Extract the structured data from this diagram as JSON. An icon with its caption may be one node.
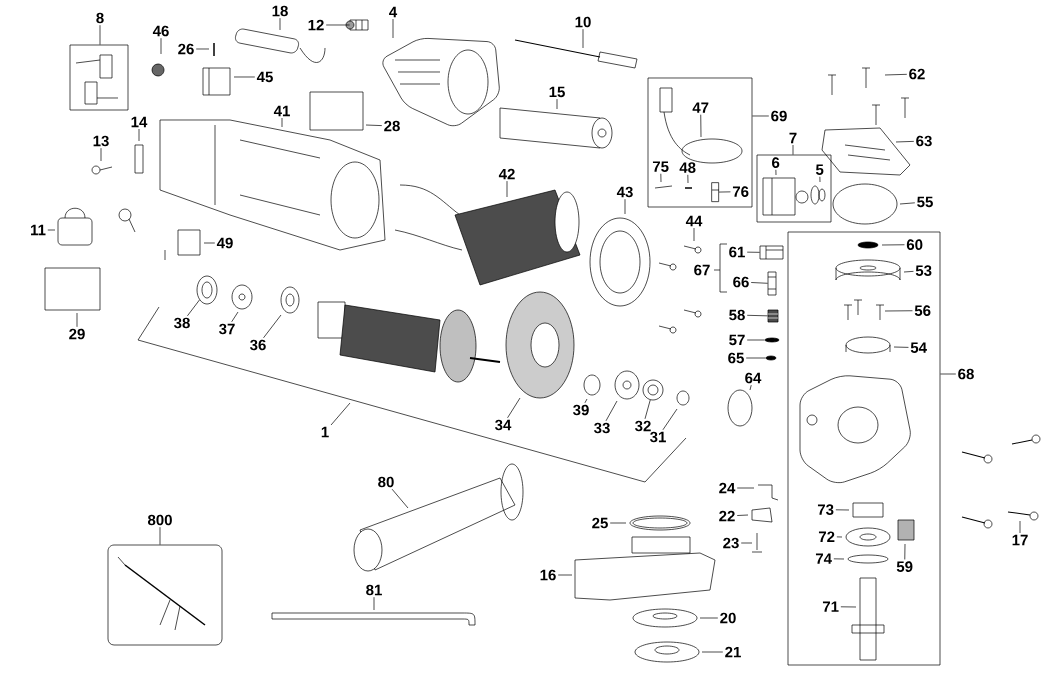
{
  "diagram": {
    "nodes": [
      {
        "text": [],
        "shape": "box"
      },
      {
        "text": [],
        "shape": "box"
      },
      {
        "text": [],
        "shape": "box"
      },
      {
        "text": [],
        "shape": "box"
      },
      {
        "text": [],
        "shape": "box"
      },
      {
        "text": [
          "8"
        ]
      },
      {
        "text": [
          "46"
        ]
      },
      {
        "text": [
          "18"
        ]
      },
      {
        "text": [
          "12"
        ]
      },
      {
        "text": [
          "4"
        ]
      },
      {
        "text": [
          "10"
        ]
      },
      {
        "text": [
          "26"
        ]
      },
      {
        "text": [
          "45"
        ]
      },
      {
        "text": [
          "62"
        ]
      },
      {
        "text": [
          "15"
        ]
      },
      {
        "text": [
          "28"
        ]
      },
      {
        "text": [
          "41"
        ]
      },
      {
        "text": [
          "14"
        ]
      },
      {
        "text": [
          "13"
        ]
      },
      {
        "text": [
          "69"
        ]
      },
      {
        "text": [
          "47"
        ],
        "in": 1
      },
      {
        "text": [
          "7"
        ]
      },
      {
        "text": [
          "63"
        ]
      },
      {
        "text": [
          "6"
        ],
        "in": 2
      },
      {
        "text": [
          "5"
        ],
        "in": 2
      },
      {
        "text": [
          "75"
        ],
        "in": 1
      },
      {
        "text": [
          "48"
        ],
        "in": 1
      },
      {
        "text": [
          "42"
        ]
      },
      {
        "text": [
          "76"
        ],
        "in": 1
      },
      {
        "text": [
          "43"
        ]
      },
      {
        "text": [
          "55"
        ]
      },
      {
        "text": [
          "44"
        ]
      },
      {
        "text": [
          "11"
        ]
      },
      {
        "text": [
          "49"
        ]
      },
      {
        "text": [
          "60"
        ],
        "in": 3
      },
      {
        "text": [
          "61"
        ]
      },
      {
        "text": [
          "67"
        ]
      },
      {
        "text": [
          "53"
        ],
        "in": 3
      },
      {
        "text": [
          "66"
        ]
      },
      {
        "text": [
          "56"
        ],
        "in": 3
      },
      {
        "text": [
          "58"
        ]
      },
      {
        "text": [
          "38"
        ]
      },
      {
        "text": [
          "37"
        ]
      },
      {
        "text": [
          "29"
        ]
      },
      {
        "text": [
          "57"
        ]
      },
      {
        "text": [
          "36"
        ]
      },
      {
        "text": [
          "54"
        ],
        "in": 3
      },
      {
        "text": [
          "65"
        ]
      },
      {
        "text": [
          "68"
        ]
      },
      {
        "text": [
          "64"
        ]
      },
      {
        "text": [
          "39"
        ]
      },
      {
        "text": [
          "34"
        ]
      },
      {
        "text": [
          "33"
        ]
      },
      {
        "text": [
          "32"
        ]
      },
      {
        "text": [
          "1"
        ]
      },
      {
        "text": [
          "31"
        ]
      },
      {
        "text": [
          "80"
        ]
      },
      {
        "text": [
          "24"
        ]
      },
      {
        "text": [
          "73"
        ],
        "in": 3
      },
      {
        "text": [
          "22"
        ]
      },
      {
        "text": [
          "800"
        ]
      },
      {
        "text": [
          "25"
        ]
      },
      {
        "text": [
          "72"
        ],
        "in": 3
      },
      {
        "text": [
          "17"
        ]
      },
      {
        "text": [
          "23"
        ]
      },
      {
        "text": [
          "74"
        ],
        "in": 3
      },
      {
        "text": [
          "59"
        ],
        "in": 3
      },
      {
        "text": [
          "16"
        ]
      },
      {
        "text": [
          "81"
        ]
      },
      {
        "text": [
          "71"
        ],
        "in": 3
      },
      {
        "text": [
          "20"
        ]
      },
      {
        "text": [
          "21"
        ]
      },
      {
        "text": [],
        "shape": "picture"
      },
      {
        "text": [],
        "shape": "picture",
        "in": 1
      },
      {
        "text": [],
        "shape": "picture"
      },
      {
        "text": [],
        "shape": "picture"
      },
      {
        "text": [],
        "shape": "picture"
      },
      {
        "text": [],
        "shape": "circle"
      },
      {
        "text": [],
        "shape": "circle"
      },
      {
        "text": [],
        "shape": "picture"
      },
      {
        "text": [],
        "shape": "picture"
      }
    ],
    "edges": [
      {
        "from": 5,
        "to": 0,
        "arrow": "none"
      },
      {
        "from": 6,
        "to": null,
        "arrow": "none"
      },
      {
        "from": 7,
        "to": null,
        "arrow": "none"
      },
      {
        "from": 8,
        "to": 72,
        "arrow": "none"
      },
      {
        "from": 9,
        "to": null,
        "arrow": "none"
      },
      {
        "from": 10,
        "to": null,
        "arrow": "none"
      },
      {
        "from": 11,
        "to": null,
        "arrow": "none"
      },
      {
        "from": 12,
        "to": null,
        "arrow": "none"
      },
      {
        "from": 13,
        "to": null,
        "arrow": "none"
      },
      {
        "from": 14,
        "to": null,
        "arrow": "none"
      },
      {
        "from": 15,
        "to": null,
        "arrow": "none"
      },
      {
        "from": 16,
        "to": null,
        "arrow": "none"
      },
      {
        "from": 17,
        "to": null,
        "arrow": "none"
      },
      {
        "from": 18,
        "to": null,
        "arrow": "none"
      },
      {
        "from": 19,
        "to": 1,
        "arrow": "none"
      },
      {
        "from": 20,
        "to": null,
        "arrow": "none"
      },
      {
        "from": 21,
        "to": 2,
        "arrow": "none"
      },
      {
        "from": 22,
        "to": null,
        "arrow": "none"
      },
      {
        "from": 23,
        "to": null,
        "arrow": "none"
      },
      {
        "from": 24,
        "to": null,
        "arrow": "none"
      },
      {
        "from": 25,
        "to": null,
        "arrow": "none"
      },
      {
        "from": 26,
        "to": null,
        "arrow": "none"
      },
      {
        "from": 27,
        "to": null,
        "arrow": "none"
      },
      {
        "from": 28,
        "to": 73,
        "arrow": "none"
      },
      {
        "from": 29,
        "to": null,
        "arrow": "none"
      },
      {
        "from": 30,
        "to": null,
        "arrow": "none"
      },
      {
        "from": 31,
        "to": null,
        "arrow": "none"
      },
      {
        "from": 32,
        "to": null,
        "arrow": "none"
      },
      {
        "from": 33,
        "to": null,
        "arrow": "none"
      },
      {
        "from": 34,
        "to": null,
        "arrow": "none"
      },
      {
        "from": 35,
        "to": 74,
        "arrow": "none"
      },
      {
        "from": 37,
        "to": null,
        "arrow": "none"
      },
      {
        "from": 38,
        "to": 75,
        "arrow": "none"
      },
      {
        "from": 39,
        "to": null,
        "arrow": "none"
      },
      {
        "from": 40,
        "to": 76,
        "arrow": "none"
      },
      {
        "from": 41,
        "to": 80,
        "arrow": "none"
      },
      {
        "from": 42,
        "to": null,
        "arrow": "none"
      },
      {
        "from": 43,
        "to": null,
        "arrow": "none"
      },
      {
        "from": 44,
        "to": 77,
        "arrow": "none"
      },
      {
        "from": 45,
        "to": null,
        "arrow": "none"
      },
      {
        "from": 46,
        "to": null,
        "arrow": "none"
      },
      {
        "from": 47,
        "to": 78,
        "arrow": "none"
      },
      {
        "from": 48,
        "to": 3,
        "arrow": "none"
      },
      {
        "from": 49,
        "to": null,
        "arrow": "none"
      },
      {
        "from": 50,
        "to": null,
        "arrow": "none"
      },
      {
        "from": 51,
        "to": null,
        "arrow": "none"
      },
      {
        "from": 52,
        "to": null,
        "arrow": "none"
      },
      {
        "from": 53,
        "to": 79,
        "arrow": "none"
      },
      {
        "from": 54,
        "to": null,
        "arrow": "none"
      },
      {
        "from": 55,
        "to": null,
        "arrow": "none"
      },
      {
        "from": 56,
        "to": null,
        "arrow": "none"
      },
      {
        "from": 57,
        "to": null,
        "arrow": "none"
      },
      {
        "from": 58,
        "to": null,
        "arrow": "none"
      },
      {
        "from": 59,
        "to": null,
        "arrow": "none"
      },
      {
        "from": 60,
        "to": 4,
        "arrow": "none"
      },
      {
        "from": 61,
        "to": null,
        "arrow": "none"
      },
      {
        "from": 62,
        "to": null,
        "arrow": "none"
      },
      {
        "from": 63,
        "to": null,
        "arrow": "none"
      },
      {
        "from": 64,
        "to": null,
        "arrow": "none"
      },
      {
        "from": 65,
        "to": null,
        "arrow": "none"
      },
      {
        "from": 66,
        "to": null,
        "arrow": "none"
      },
      {
        "from": 67,
        "to": null,
        "arrow": "none"
      },
      {
        "from": 68,
        "to": null,
        "arrow": "none"
      },
      {
        "from": 69,
        "to": null,
        "arrow": "none"
      },
      {
        "from": 70,
        "to": null,
        "arrow": "none"
      },
      {
        "from": 71,
        "to": null,
        "arrow": "none"
      }
    ]
  }
}
